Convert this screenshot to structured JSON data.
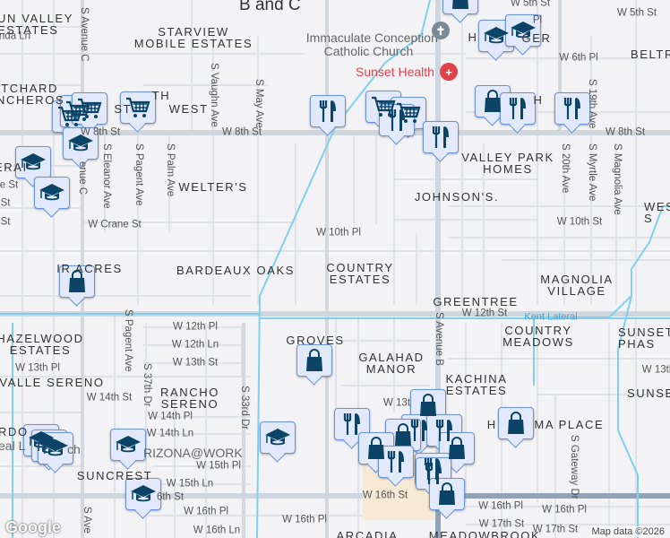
{
  "map": {
    "labels": [
      {
        "text": "B and C",
        "kind": "big"
      },
      {
        "text": "UN VALLEY\nESTATES",
        "kind": "hood-left"
      },
      {
        "text": "W Linda Ln",
        "kind": "street"
      },
      {
        "text": "STARVIEW\nMOBILE ESTATES",
        "kind": "hood"
      },
      {
        "text": "ITCHARD\nNCHEROS",
        "kind": "hood-left"
      },
      {
        "text": "TH",
        "kind": "hood"
      },
      {
        "text": "ST        WEST",
        "kind": "hood"
      },
      {
        "text": "W 8th St",
        "kind": "street"
      },
      {
        "text": "W 8th St",
        "kind": "street"
      },
      {
        "text": "W 8th St",
        "kind": "street"
      },
      {
        "text": "S Eleanor Ave",
        "kind": "vstreet"
      },
      {
        "text": "S Pagent Ave",
        "kind": "vstreet"
      },
      {
        "text": "S Palm Ave",
        "kind": "vstreet"
      },
      {
        "text": "S Vaughn Ave",
        "kind": "vstreet"
      },
      {
        "text": "S May Ave",
        "kind": "vstreet"
      },
      {
        "text": "S Avenue C",
        "kind": "vstreet"
      },
      {
        "text": "enue C",
        "kind": "vstreet"
      },
      {
        "text": "WELTER'S",
        "kind": "hood"
      },
      {
        "text": "W Crane St",
        "kind": "street"
      },
      {
        "text": "W 5th St",
        "kind": "street"
      },
      {
        "text": "W 5th St",
        "kind": "street"
      },
      {
        "text": "Pl",
        "kind": "street"
      },
      {
        "text": "H",
        "kind": "hood"
      },
      {
        "text": "GER",
        "kind": "hood"
      },
      {
        "text": "W 6th Pl",
        "kind": "street"
      },
      {
        "text": "BELTR",
        "kind": "hood-left"
      },
      {
        "text": "H",
        "kind": "hood"
      },
      {
        "text": "S 19th Ave",
        "kind": "vstreet"
      },
      {
        "text": "S 20th Ave",
        "kind": "vstreet"
      },
      {
        "text": "S Myrtle Ave",
        "kind": "vstreet"
      },
      {
        "text": "S Magnolia Ave",
        "kind": "vstreet"
      },
      {
        "text": "VALLEY PARK\nHOMES",
        "kind": "hood"
      },
      {
        "text": "JOHNSON'S.",
        "kind": "hood"
      },
      {
        "text": "W 10th St",
        "kind": "street"
      },
      {
        "text": "W 10th Pl",
        "kind": "street"
      },
      {
        "text": "WES\nS",
        "kind": "hood-left"
      },
      {
        "text": "IR ACRES",
        "kind": "hood"
      },
      {
        "text": "BARDEAUX OAKS",
        "kind": "hood"
      },
      {
        "text": "COUNTRY\nESTATES",
        "kind": "hood"
      },
      {
        "text": "MAGNOLIA\nVILLAGE",
        "kind": "hood"
      },
      {
        "text": "GREENTREE",
        "kind": "hood"
      },
      {
        "text": "W 12th St",
        "kind": "street"
      },
      {
        "text": "Kent Lateral",
        "kind": "canal"
      },
      {
        "text": "COUNTRY\nMEADOWS",
        "kind": "hood"
      },
      {
        "text": "SUNSET\nPHAS",
        "kind": "hood-left"
      },
      {
        "text": "HAZELWOOD\nESTATES",
        "kind": "hood"
      },
      {
        "text": "W 12th Pl",
        "kind": "street"
      },
      {
        "text": "W 12th Ln",
        "kind": "street"
      },
      {
        "text": "W 13th St",
        "kind": "street"
      },
      {
        "text": "GROVES",
        "kind": "hood"
      },
      {
        "text": "GALAHAD\nMANOR",
        "kind": "hood"
      },
      {
        "text": "W 13th Pl",
        "kind": "street"
      },
      {
        "text": "VALLE SERENO",
        "kind": "hood"
      },
      {
        "text": "KACHINA\nESTATES",
        "kind": "hood"
      },
      {
        "text": "W 14th St",
        "kind": "street"
      },
      {
        "text": "RANCHO\nSERENO",
        "kind": "hood"
      },
      {
        "text": "S Pagent Ave",
        "kind": "vstreet"
      },
      {
        "text": "S 37th Dr",
        "kind": "vstreet"
      },
      {
        "text": "S 33rd Dr",
        "kind": "vstreet"
      },
      {
        "text": "S Avenue B",
        "kind": "vstreet"
      },
      {
        "text": "W 14th Pl",
        "kind": "street"
      },
      {
        "text": "W 14th Ln",
        "kind": "street"
      },
      {
        "text": "RIZONA@WORK",
        "kind": "poi"
      },
      {
        "text": "W 15th Pl",
        "kind": "street"
      },
      {
        "text": "W 15th Ln",
        "kind": "street"
      },
      {
        "text": "SUNCREST",
        "kind": "hood"
      },
      {
        "text": "6th St",
        "kind": "street"
      },
      {
        "text": "W 16th St",
        "kind": "street"
      },
      {
        "text": "W 16th Pl",
        "kind": "street"
      },
      {
        "text": "W 16th Pl",
        "kind": "street"
      },
      {
        "text": "W 16th Pl",
        "kind": "street"
      },
      {
        "text": "W 16th Pl",
        "kind": "street"
      },
      {
        "text": "W 16th Ln",
        "kind": "street"
      },
      {
        "text": "W 17th St",
        "kind": "street"
      },
      {
        "text": "W 17th St",
        "kind": "street"
      },
      {
        "text": "ARCADIA",
        "kind": "hood"
      },
      {
        "text": "MEADOWBROOK",
        "kind": "hood"
      },
      {
        "text": "H        MA PLACE",
        "kind": "hood"
      },
      {
        "text": "S Gateway Dr",
        "kind": "vstreet"
      },
      {
        "text": "W 13th",
        "kind": "street"
      },
      {
        "text": "SUNSET",
        "kind": "hood-left"
      },
      {
        "text": "W 13t",
        "kind": "street"
      },
      {
        "text": "RDO",
        "kind": "hood-left"
      },
      {
        "text": "eal L",
        "kind": "poi"
      },
      {
        "text": "ch",
        "kind": "poi"
      },
      {
        "text": "S Ave",
        "kind": "vstreet"
      },
      {
        "text": "ERAI",
        "kind": "hood-left"
      },
      {
        "text": "e St",
        "kind": "street"
      },
      {
        "text": "St",
        "kind": "street"
      },
      {
        "text": "St",
        "kind": "street"
      }
    ],
    "pois": [
      {
        "text": "Immaculate Conception\nCatholic Church",
        "icon": "church-icon",
        "color": "#7a8a96"
      },
      {
        "text": "Sunset Health",
        "icon": "hospital-icon",
        "color": "#e0424d"
      }
    ],
    "markers": [
      {
        "icon": "shopping-bag-icon"
      },
      {
        "icon": "shopping-cart-icon"
      },
      {
        "icon": "shopping-cart-icon"
      },
      {
        "icon": "shopping-cart-icon"
      },
      {
        "icon": "shopping-cart-icon"
      },
      {
        "icon": "graduation-cap-icon"
      },
      {
        "icon": "graduation-cap-icon"
      },
      {
        "icon": "graduation-cap-icon"
      },
      {
        "icon": "graduation-cap-icon"
      },
      {
        "icon": "graduation-cap-icon"
      },
      {
        "icon": "restaurant-icon"
      },
      {
        "icon": "shopping-cart-icon"
      },
      {
        "icon": "shopping-cart-icon"
      },
      {
        "icon": "restaurant-icon"
      },
      {
        "icon": "restaurant-icon"
      },
      {
        "icon": "shopping-bag-icon"
      },
      {
        "icon": "restaurant-icon"
      },
      {
        "icon": "restaurant-icon"
      },
      {
        "icon": "shopping-bag-icon"
      },
      {
        "icon": "shopping-bag-icon"
      },
      {
        "icon": "graduation-cap-icon"
      },
      {
        "icon": "graduation-cap-icon"
      },
      {
        "icon": "graduation-cap-icon"
      },
      {
        "icon": "graduation-cap-icon"
      },
      {
        "icon": "graduation-cap-icon"
      },
      {
        "icon": "graduation-cap-icon"
      },
      {
        "icon": "shopping-bag-icon"
      },
      {
        "icon": "restaurant-icon"
      },
      {
        "icon": "shopping-bag-icon"
      },
      {
        "icon": "restaurant-icon"
      },
      {
        "icon": "shopping-bag-icon"
      },
      {
        "icon": "shopping-bag-icon"
      },
      {
        "icon": "restaurant-icon"
      },
      {
        "icon": "shopping-bag-icon"
      },
      {
        "icon": "restaurant-icon"
      },
      {
        "icon": "restaurant-icon"
      },
      {
        "icon": "restaurant-icon"
      },
      {
        "icon": "shopping-bag-icon"
      }
    ],
    "colors": {
      "marker_bg": "#e1e9fb",
      "marker_border": "#6a93d8",
      "icon": "#0b4467",
      "canal": "#7fd0ef",
      "road": "#d7dde3",
      "highway": "#8fa4b8"
    },
    "logo": "Google",
    "attribution": "Map data ©2026"
  }
}
